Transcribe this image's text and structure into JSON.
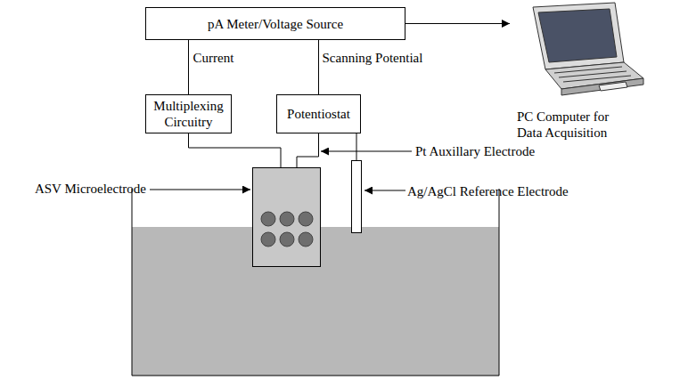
{
  "diagram": {
    "nodes": [
      {
        "text": [
          "pA Meter/Voltage Source"
        ]
      },
      {
        "text": [
          "Multiplexing Circuitry"
        ]
      },
      {
        "text": [
          "Potentiostat"
        ]
      },
      {
        "text": [
          "ASV Microelectrode"
        ]
      },
      {
        "text": [
          "Ag/AgCl Reference Electrode"
        ]
      },
      {
        "text": [
          "PC Computer for Data Acquisition"
        ]
      }
    ],
    "edges": [
      {
        "from": 0,
        "to": 1,
        "label": "Current",
        "arrow": "none"
      },
      {
        "from": 0,
        "to": 2,
        "label": "Scanning Potential",
        "arrow": "none"
      },
      {
        "from": 0,
        "to": 5,
        "arrow": "to"
      },
      {
        "from": 1,
        "to": 3,
        "arrow": "none"
      },
      {
        "from": 2,
        "to": 3,
        "arrow": "none"
      },
      {
        "from": 2,
        "to": 4,
        "arrow": "none"
      }
    ],
    "labels": [
      "Pt Auxillary Electrode"
    ]
  }
}
